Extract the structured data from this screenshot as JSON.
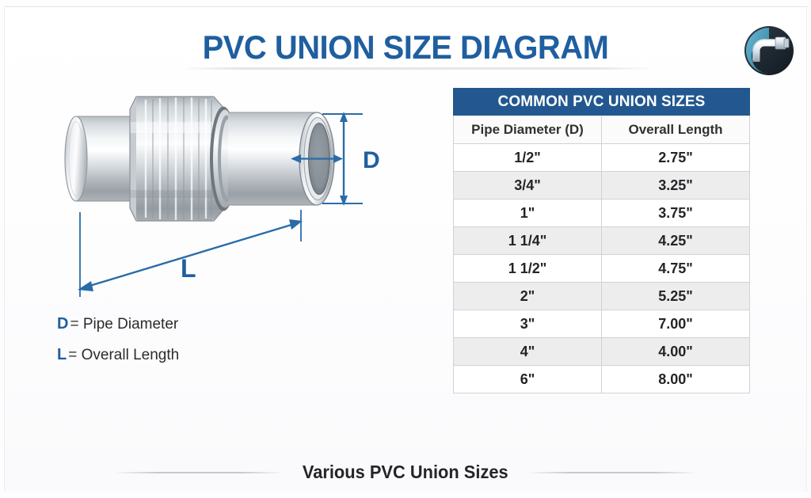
{
  "header": {
    "title": "PVC UNION SIZE DIAGRAM",
    "logo_icon": "pvc-pipe-logo-icon"
  },
  "diagram": {
    "alt_name": "pvc-union-illustration",
    "dimension_labels": {
      "diameter": "D",
      "length": "L"
    }
  },
  "legend": {
    "items": [
      {
        "key": "D",
        "equals": "=",
        "text": "Pipe Diameter"
      },
      {
        "key": "L",
        "equals": "=",
        "text": "Overall Length"
      }
    ]
  },
  "table": {
    "title": "COMMON PVC UNION SIZES",
    "columns": [
      "Pipe Diameter (D)",
      "Overall Length"
    ],
    "rows": [
      [
        "1/2\"",
        "2.75\""
      ],
      [
        "3/4\"",
        "3.25\""
      ],
      [
        "1\"",
        "3.75\""
      ],
      [
        "1 1/4\"",
        "4.25\""
      ],
      [
        "1 1/2\"",
        "4.75\""
      ],
      [
        "2\"",
        "5.25\""
      ],
      [
        "3\"",
        "7.00\""
      ],
      [
        "4\"",
        "4.00\""
      ],
      [
        "6\"",
        "8.00\""
      ]
    ]
  },
  "footer": {
    "caption": "Various PVC Union Sizes"
  },
  "colors": {
    "title_blue": "#1f5fa0",
    "table_header_blue": "#22588f",
    "dimension_blue": "#2a6ca8",
    "row_alt_gray": "#ededee",
    "text_dark": "#232527"
  },
  "chart_data": {
    "type": "table",
    "title": "COMMON PVC UNION SIZES",
    "columns": [
      "Pipe Diameter (D)",
      "Overall Length"
    ],
    "units": "inches",
    "categories": [
      "1/2\"",
      "3/4\"",
      "1\"",
      "1 1/4\"",
      "1 1/2\"",
      "2\"",
      "3\"",
      "4\"",
      "6\""
    ],
    "series": [
      {
        "name": "Overall Length",
        "values": [
          2.75,
          3.25,
          3.75,
          4.25,
          4.75,
          5.25,
          7.0,
          4.0,
          8.0
        ]
      }
    ],
    "xlabel": "Pipe Diameter (D)",
    "ylabel": "Overall Length",
    "grid": true,
    "legend_position": "none"
  }
}
